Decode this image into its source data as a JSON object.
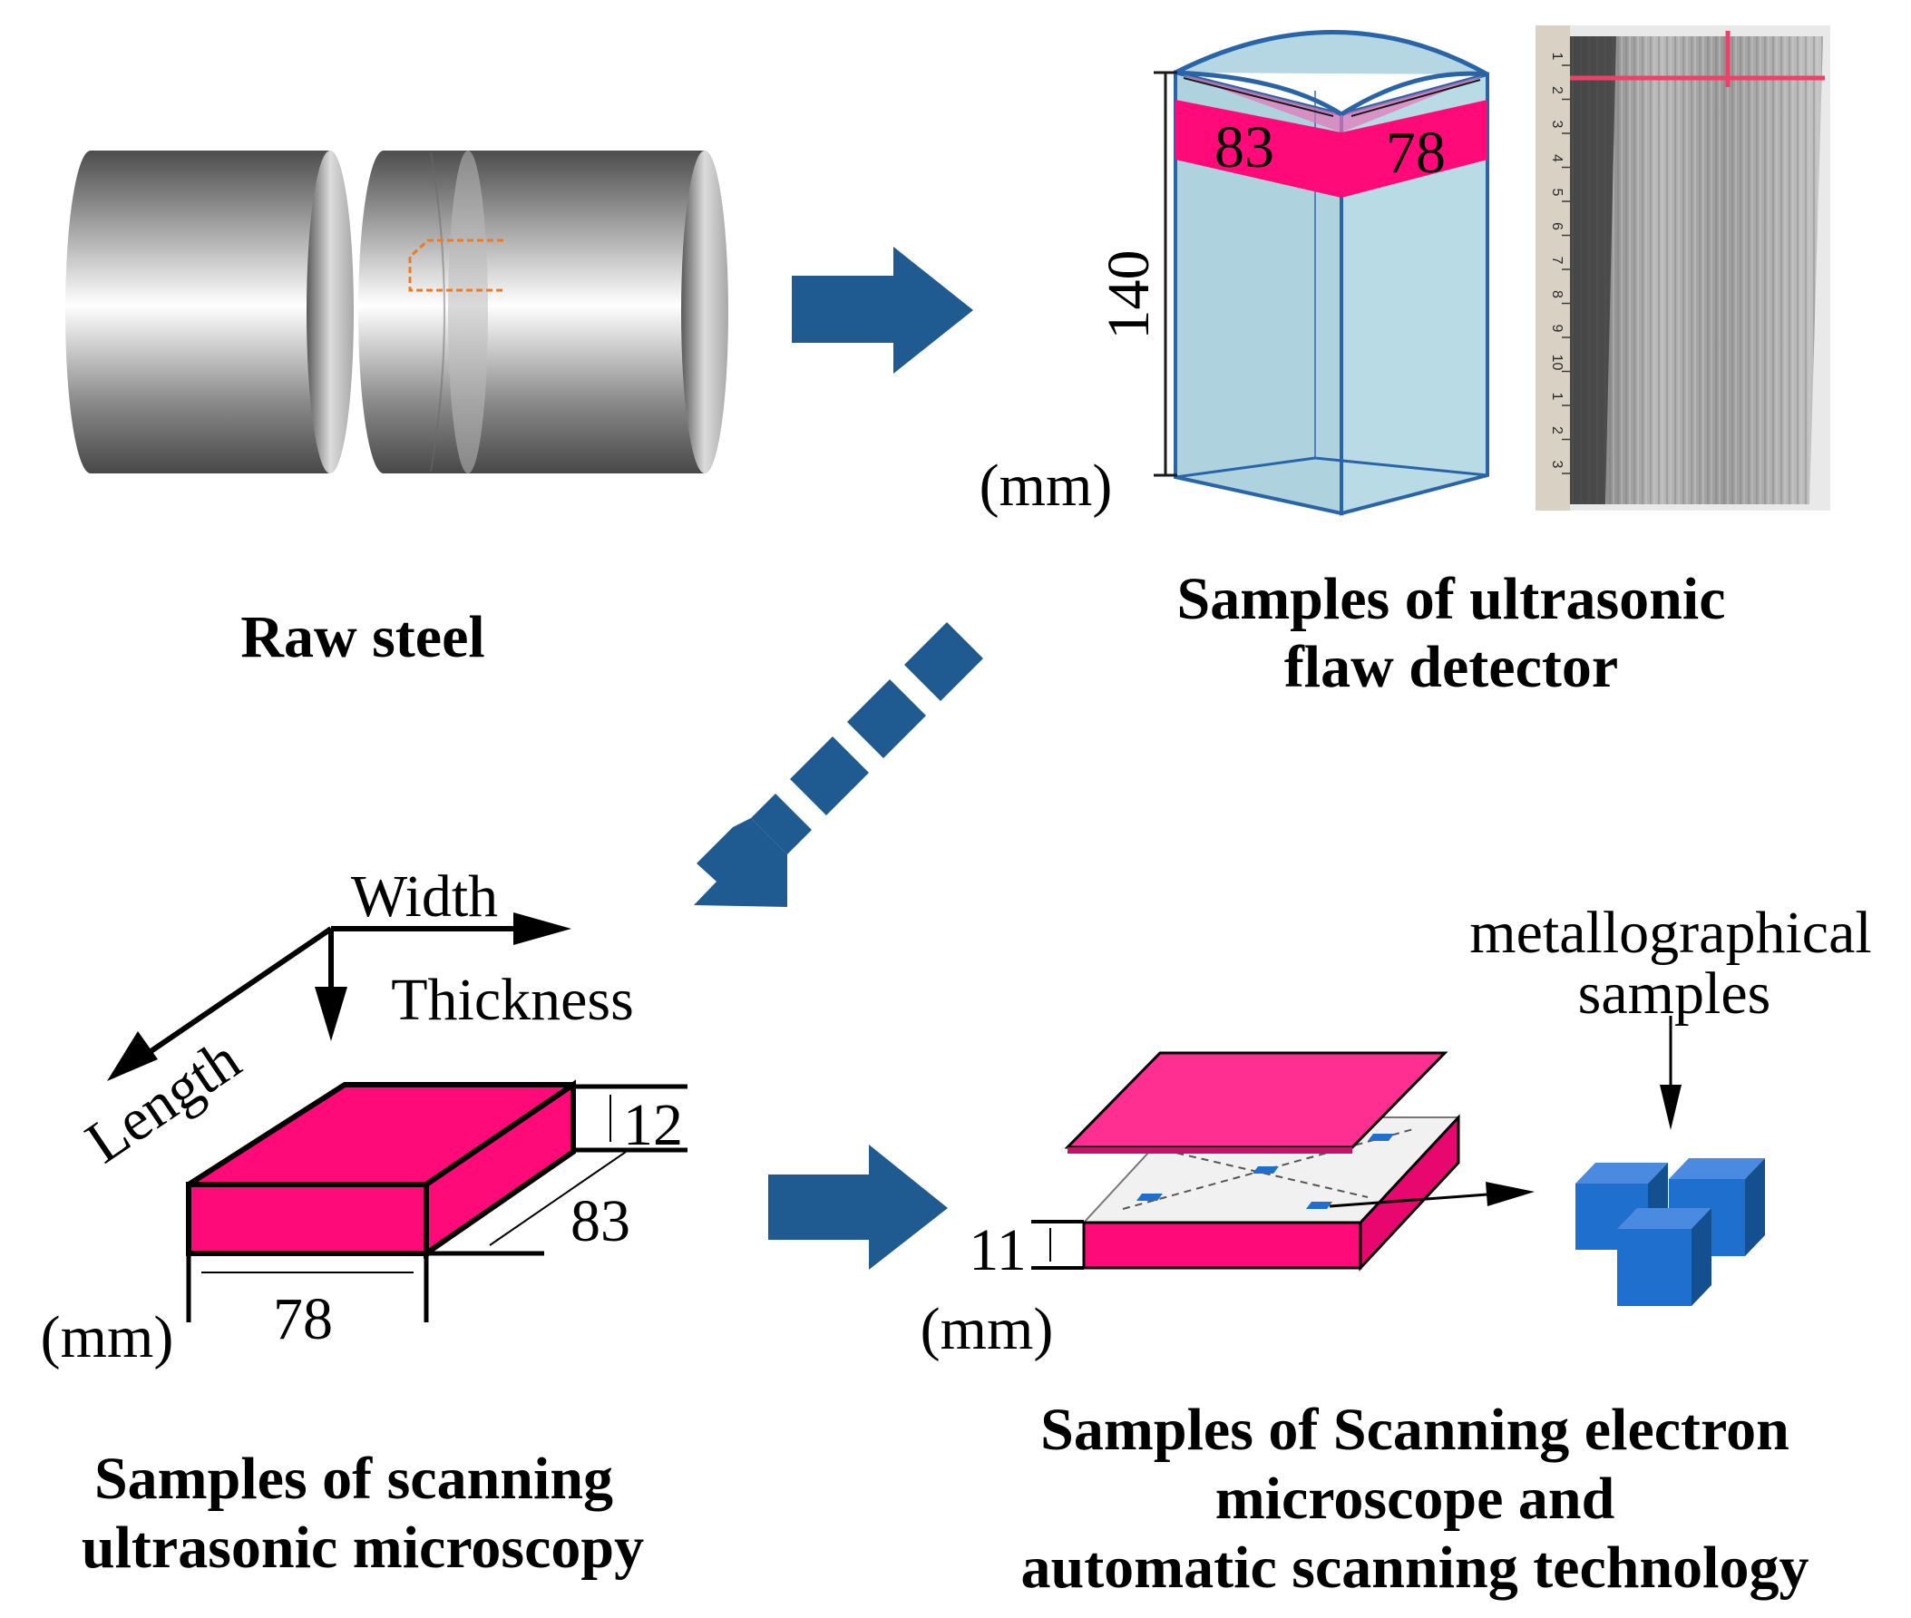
{
  "captions": {
    "raw_steel": "Raw steel",
    "ultrasonic_flaw_line1": "Samples of ultrasonic",
    "ultrasonic_flaw_line2": "flaw detector",
    "scanning_ultrasonic_line1": "Samples of scanning",
    "scanning_ultrasonic_line2": "ultrasonic microscopy",
    "sem_line1": "Samples of Scanning electron",
    "sem_line2": "microscope and",
    "sem_line3": "automatic scanning technology"
  },
  "flaw_sample": {
    "dim_height": "140",
    "dim_width_a": "83",
    "dim_width_b": "78",
    "unit": "(mm)"
  },
  "axes": {
    "width_label": "Width",
    "thickness_label": "Thickness",
    "length_label": "Length"
  },
  "block_sample": {
    "dim_thickness": "12",
    "dim_depth": "83",
    "dim_width": "78",
    "unit": "(mm)"
  },
  "sem_sample": {
    "dim_thickness": "11",
    "unit": "(mm)",
    "callout_line1": "metallographical",
    "callout_line2": "samples"
  },
  "ruler_ticks": [
    "1",
    "2",
    "3",
    "4",
    "5",
    "6",
    "7",
    "8",
    "9",
    "10",
    "1",
    "2",
    "3"
  ],
  "colors": {
    "arrow_blue": "#1f5a91",
    "magenta": "#ff0a78",
    "cube_blue": "#1f6fcf",
    "specimen_blue": "#aed3df"
  }
}
